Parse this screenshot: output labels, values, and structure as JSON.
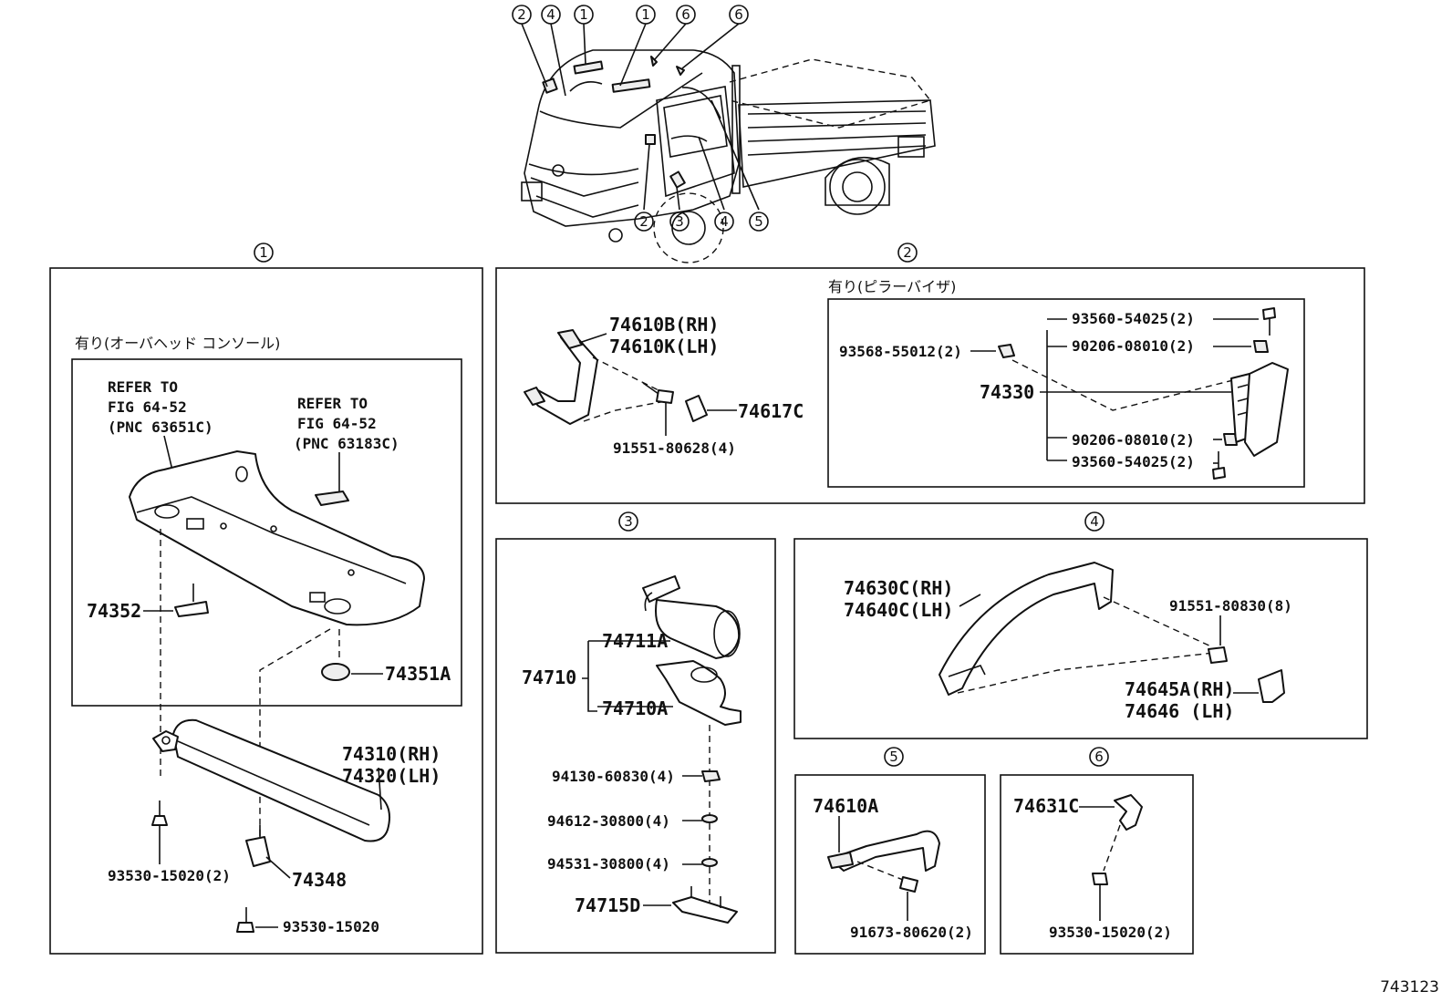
{
  "callouts_truck": [
    "2",
    "4",
    "1",
    "1",
    "6",
    "6",
    "2",
    "3",
    "4",
    "5"
  ],
  "section_headers": [
    "1",
    "2",
    "3",
    "4",
    "5",
    "6"
  ],
  "s1": {
    "note": "有り(オーバヘッド コンソール)",
    "ref_a": [
      "REFER TO",
      "FIG 64-52",
      "(PNC 63651C)"
    ],
    "ref_b": [
      "REFER TO",
      "FIG 64-52",
      "(PNC 63183C)"
    ],
    "p74352": "74352",
    "p74351a": "74351A",
    "p74310": "74310(RH)",
    "p74320": "74320(LH)",
    "p93530_2": "93530-15020(2)",
    "p74348": "74348",
    "p93530": "93530-15020"
  },
  "s2": {
    "note": "有り(ピラーバイザ)",
    "p74610b": "74610B(RH)",
    "p74610k": "74610K(LH)",
    "p74617c": "74617C",
    "p91551": "91551-80628(4)",
    "p93560a": "93560-54025(2)",
    "p93568": "93568-55012(2)",
    "p90206a": "90206-08010(2)",
    "p74330": "74330",
    "p90206b": "90206-08010(2)",
    "p93560b": "93560-54025(2)"
  },
  "s3": {
    "p74711a": "74711A",
    "p74710": "74710",
    "p74710a": "74710A",
    "p94130": "94130-60830(4)",
    "p94612": "94612-30800(4)",
    "p94531": "94531-30800(4)",
    "p74715d": "74715D"
  },
  "s4": {
    "p74630c": "74630C(RH)",
    "p74640c": "74640C(LH)",
    "p91551": "91551-80830(8)",
    "p74645a": "74645A(RH)",
    "p74646": "74646 (LH)"
  },
  "s5": {
    "p74610a": "74610A",
    "p91673": "91673-80620(2)"
  },
  "s6": {
    "p74631c": "74631C",
    "p93530": "93530-15020(2)"
  },
  "figure_id": "743123"
}
